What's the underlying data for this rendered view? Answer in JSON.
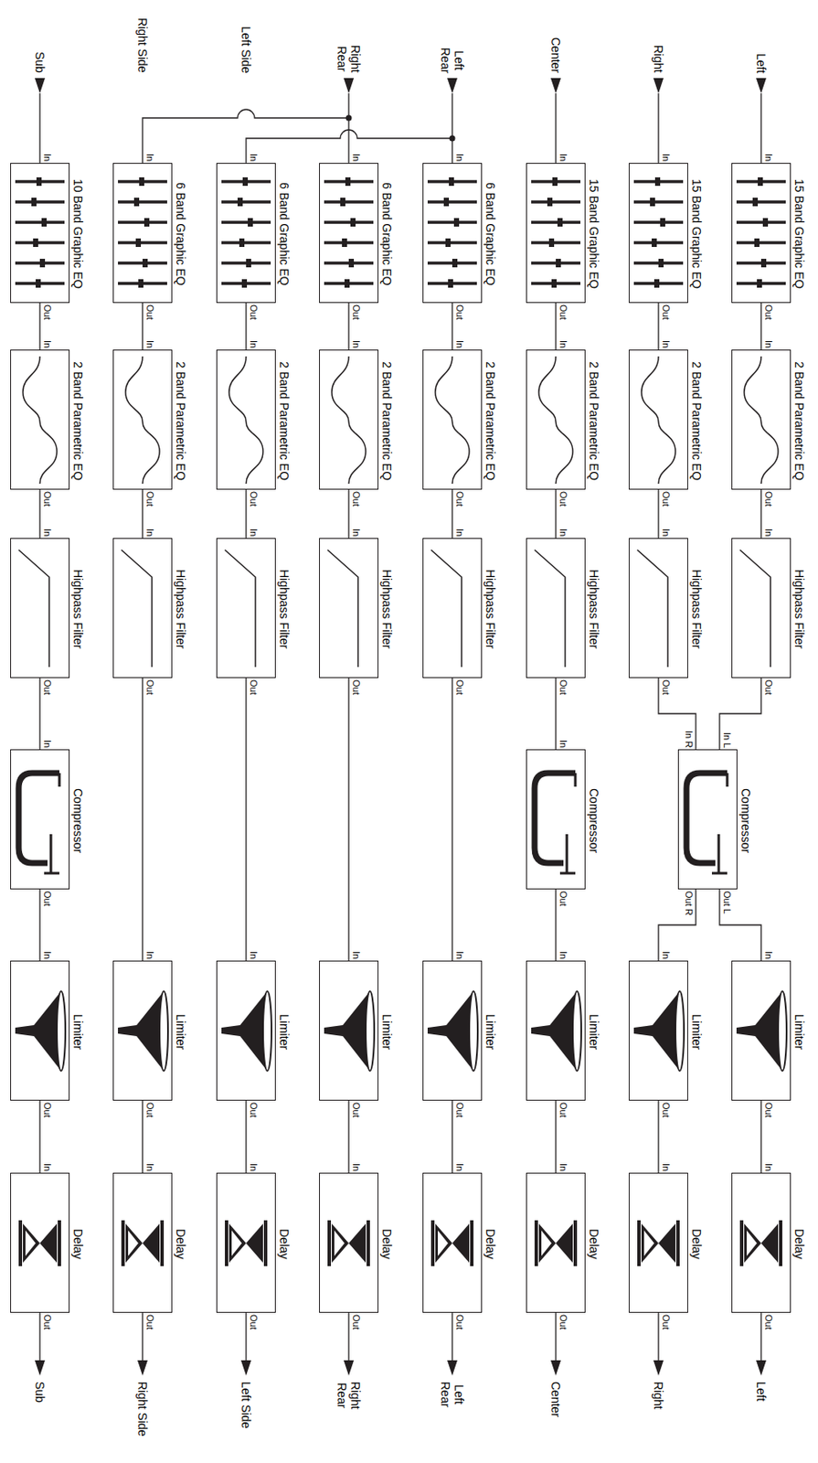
{
  "diagram": {
    "nodes": [
      {
        "text": [
          "15 Band Graphic EQ"
        ]
      },
      {
        "text": [
          "2 Band Parametric EQ"
        ]
      },
      {
        "text": [
          "Highpass Filter"
        ]
      },
      {
        "text": [
          "Compressor"
        ]
      },
      {
        "text": [
          "Limiter"
        ]
      },
      {
        "text": [
          "Delay"
        ]
      },
      {
        "text": [
          "15 Band Graphic EQ"
        ]
      },
      {
        "text": [
          "2 Band Parametric EQ"
        ]
      },
      {
        "text": [
          "Highpass Filter"
        ]
      },
      {
        "text": [
          "Limiter"
        ]
      },
      {
        "text": [
          "Delay"
        ]
      },
      {
        "text": [
          "15 Band Graphic EQ"
        ]
      },
      {
        "text": [
          "2 Band Parametric EQ"
        ]
      },
      {
        "text": [
          "Highpass Filter"
        ]
      },
      {
        "text": [
          "Compressor"
        ]
      },
      {
        "text": [
          "Limiter"
        ]
      },
      {
        "text": [
          "Delay"
        ]
      },
      {
        "text": [
          "6 Band Graphic EQ"
        ]
      },
      {
        "text": [
          "2 Band Parametric EQ"
        ]
      },
      {
        "text": [
          "Highpass Filter"
        ]
      },
      {
        "text": [
          "Limiter"
        ]
      },
      {
        "text": [
          "Delay"
        ]
      },
      {
        "text": [
          "6 Band Graphic EQ"
        ]
      },
      {
        "text": [
          "2 Band Parametric EQ"
        ]
      },
      {
        "text": [
          "Highpass Filter"
        ]
      },
      {
        "text": [
          "Limiter"
        ]
      },
      {
        "text": [
          "Delay"
        ]
      },
      {
        "text": [
          "6 Band Graphic EQ"
        ]
      },
      {
        "text": [
          "2 Band Parametric EQ"
        ]
      },
      {
        "text": [
          "Highpass Filter"
        ]
      },
      {
        "text": [
          "Limiter"
        ]
      },
      {
        "text": [
          "Delay"
        ]
      },
      {
        "text": [
          "6 Band Graphic EQ"
        ]
      },
      {
        "text": [
          "2 Band Parametric EQ"
        ]
      },
      {
        "text": [
          "Highpass Filter"
        ]
      },
      {
        "text": [
          "Limiter"
        ]
      },
      {
        "text": [
          "Delay"
        ]
      },
      {
        "text": [
          "10 Band Graphic EQ"
        ]
      },
      {
        "text": [
          "2 Band Parametric EQ"
        ]
      },
      {
        "text": [
          "Highpass Filter"
        ]
      },
      {
        "text": [
          "Compressor"
        ]
      },
      {
        "text": [
          "Limiter"
        ]
      },
      {
        "text": [
          "Delay"
        ]
      }
    ],
    "edges": [
      {
        "from": 0,
        "to": 1,
        "arrow": "none"
      },
      {
        "from": 1,
        "to": 2,
        "arrow": "none"
      },
      {
        "from": 2,
        "to": 3,
        "arrow": "none"
      },
      {
        "from": 3,
        "to": 4,
        "arrow": "none"
      },
      {
        "from": 4,
        "to": 5,
        "arrow": "none"
      },
      {
        "from": 6,
        "to": 7,
        "arrow": "none"
      },
      {
        "from": 7,
        "to": 8,
        "arrow": "none"
      },
      {
        "from": 8,
        "to": 3,
        "arrow": "none"
      },
      {
        "from": 3,
        "to": 9,
        "arrow": "none"
      },
      {
        "from": 9,
        "to": 10,
        "arrow": "none"
      },
      {
        "from": 11,
        "to": 12,
        "arrow": "none"
      },
      {
        "from": 12,
        "to": 13,
        "arrow": "none"
      },
      {
        "from": 13,
        "to": 14,
        "arrow": "none"
      },
      {
        "from": 14,
        "to": 15,
        "arrow": "none"
      },
      {
        "from": 15,
        "to": 16,
        "arrow": "none"
      },
      {
        "from": 17,
        "to": 18,
        "arrow": "none"
      },
      {
        "from": 18,
        "to": 19,
        "arrow": "none"
      },
      {
        "from": 19,
        "to": 20,
        "arrow": "none"
      },
      {
        "from": 20,
        "to": 21,
        "arrow": "none"
      },
      {
        "from": 22,
        "to": 23,
        "arrow": "none"
      },
      {
        "from": 23,
        "to": 24,
        "arrow": "none"
      },
      {
        "from": 24,
        "to": 25,
        "arrow": "none"
      },
      {
        "from": 25,
        "to": 26,
        "arrow": "none"
      },
      {
        "from": 27,
        "to": 28,
        "arrow": "none"
      },
      {
        "from": 28,
        "to": 29,
        "arrow": "none"
      },
      {
        "from": 29,
        "to": 30,
        "arrow": "none"
      },
      {
        "from": 30,
        "to": 31,
        "arrow": "none"
      },
      {
        "from": 32,
        "to": 33,
        "arrow": "none"
      },
      {
        "from": 33,
        "to": 34,
        "arrow": "none"
      },
      {
        "from": 34,
        "to": 35,
        "arrow": "none"
      },
      {
        "from": 35,
        "to": 36,
        "arrow": "none"
      },
      {
        "from": 37,
        "to": 38,
        "arrow": "none"
      },
      {
        "from": 38,
        "to": 39,
        "arrow": "none"
      },
      {
        "from": 39,
        "to": 40,
        "arrow": "none"
      },
      {
        "from": 40,
        "to": 41,
        "arrow": "none"
      },
      {
        "from": 41,
        "to": 42,
        "arrow": "none"
      }
    ],
    "labels": [
      "Left",
      "Right",
      "Center",
      "Left Rear",
      "Right Rear",
      "Left Side",
      "Right Side",
      "Sub",
      "In",
      "Out",
      "In",
      "Out",
      "In",
      "Out",
      "In",
      "Out",
      "In",
      "Out",
      "In",
      "Out",
      "In",
      "Out",
      "In",
      "Out",
      "In",
      "Out",
      "In",
      "Out",
      "In",
      "Out",
      "In",
      "Out",
      "In",
      "Out",
      "In",
      "Out",
      "In",
      "Out",
      "In",
      "Out",
      "In",
      "Out",
      "In",
      "Out",
      "In",
      "Out",
      "In",
      "Out",
      "In",
      "Out",
      "In",
      "Out",
      "In",
      "Out",
      "In",
      "Out",
      "In",
      "Out",
      "In",
      "Out",
      "In",
      "Out",
      "In",
      "Out",
      "In",
      "Out",
      "In",
      "Out",
      "In",
      "Out",
      "In",
      "Out",
      "In",
      "Out",
      "In",
      "Out",
      "In",
      "Out",
      "In",
      "Out",
      "In",
      "Out",
      "In",
      "Out",
      "In",
      "Out",
      "In",
      "Out",
      "In",
      "Out",
      "In",
      "Out",
      "In L",
      "In R",
      "Out L",
      "Out R",
      "Left",
      "Right",
      "Center",
      "Left Rear",
      "Right Rear",
      "Left Side",
      "Right Side",
      "Sub"
    ]
  }
}
